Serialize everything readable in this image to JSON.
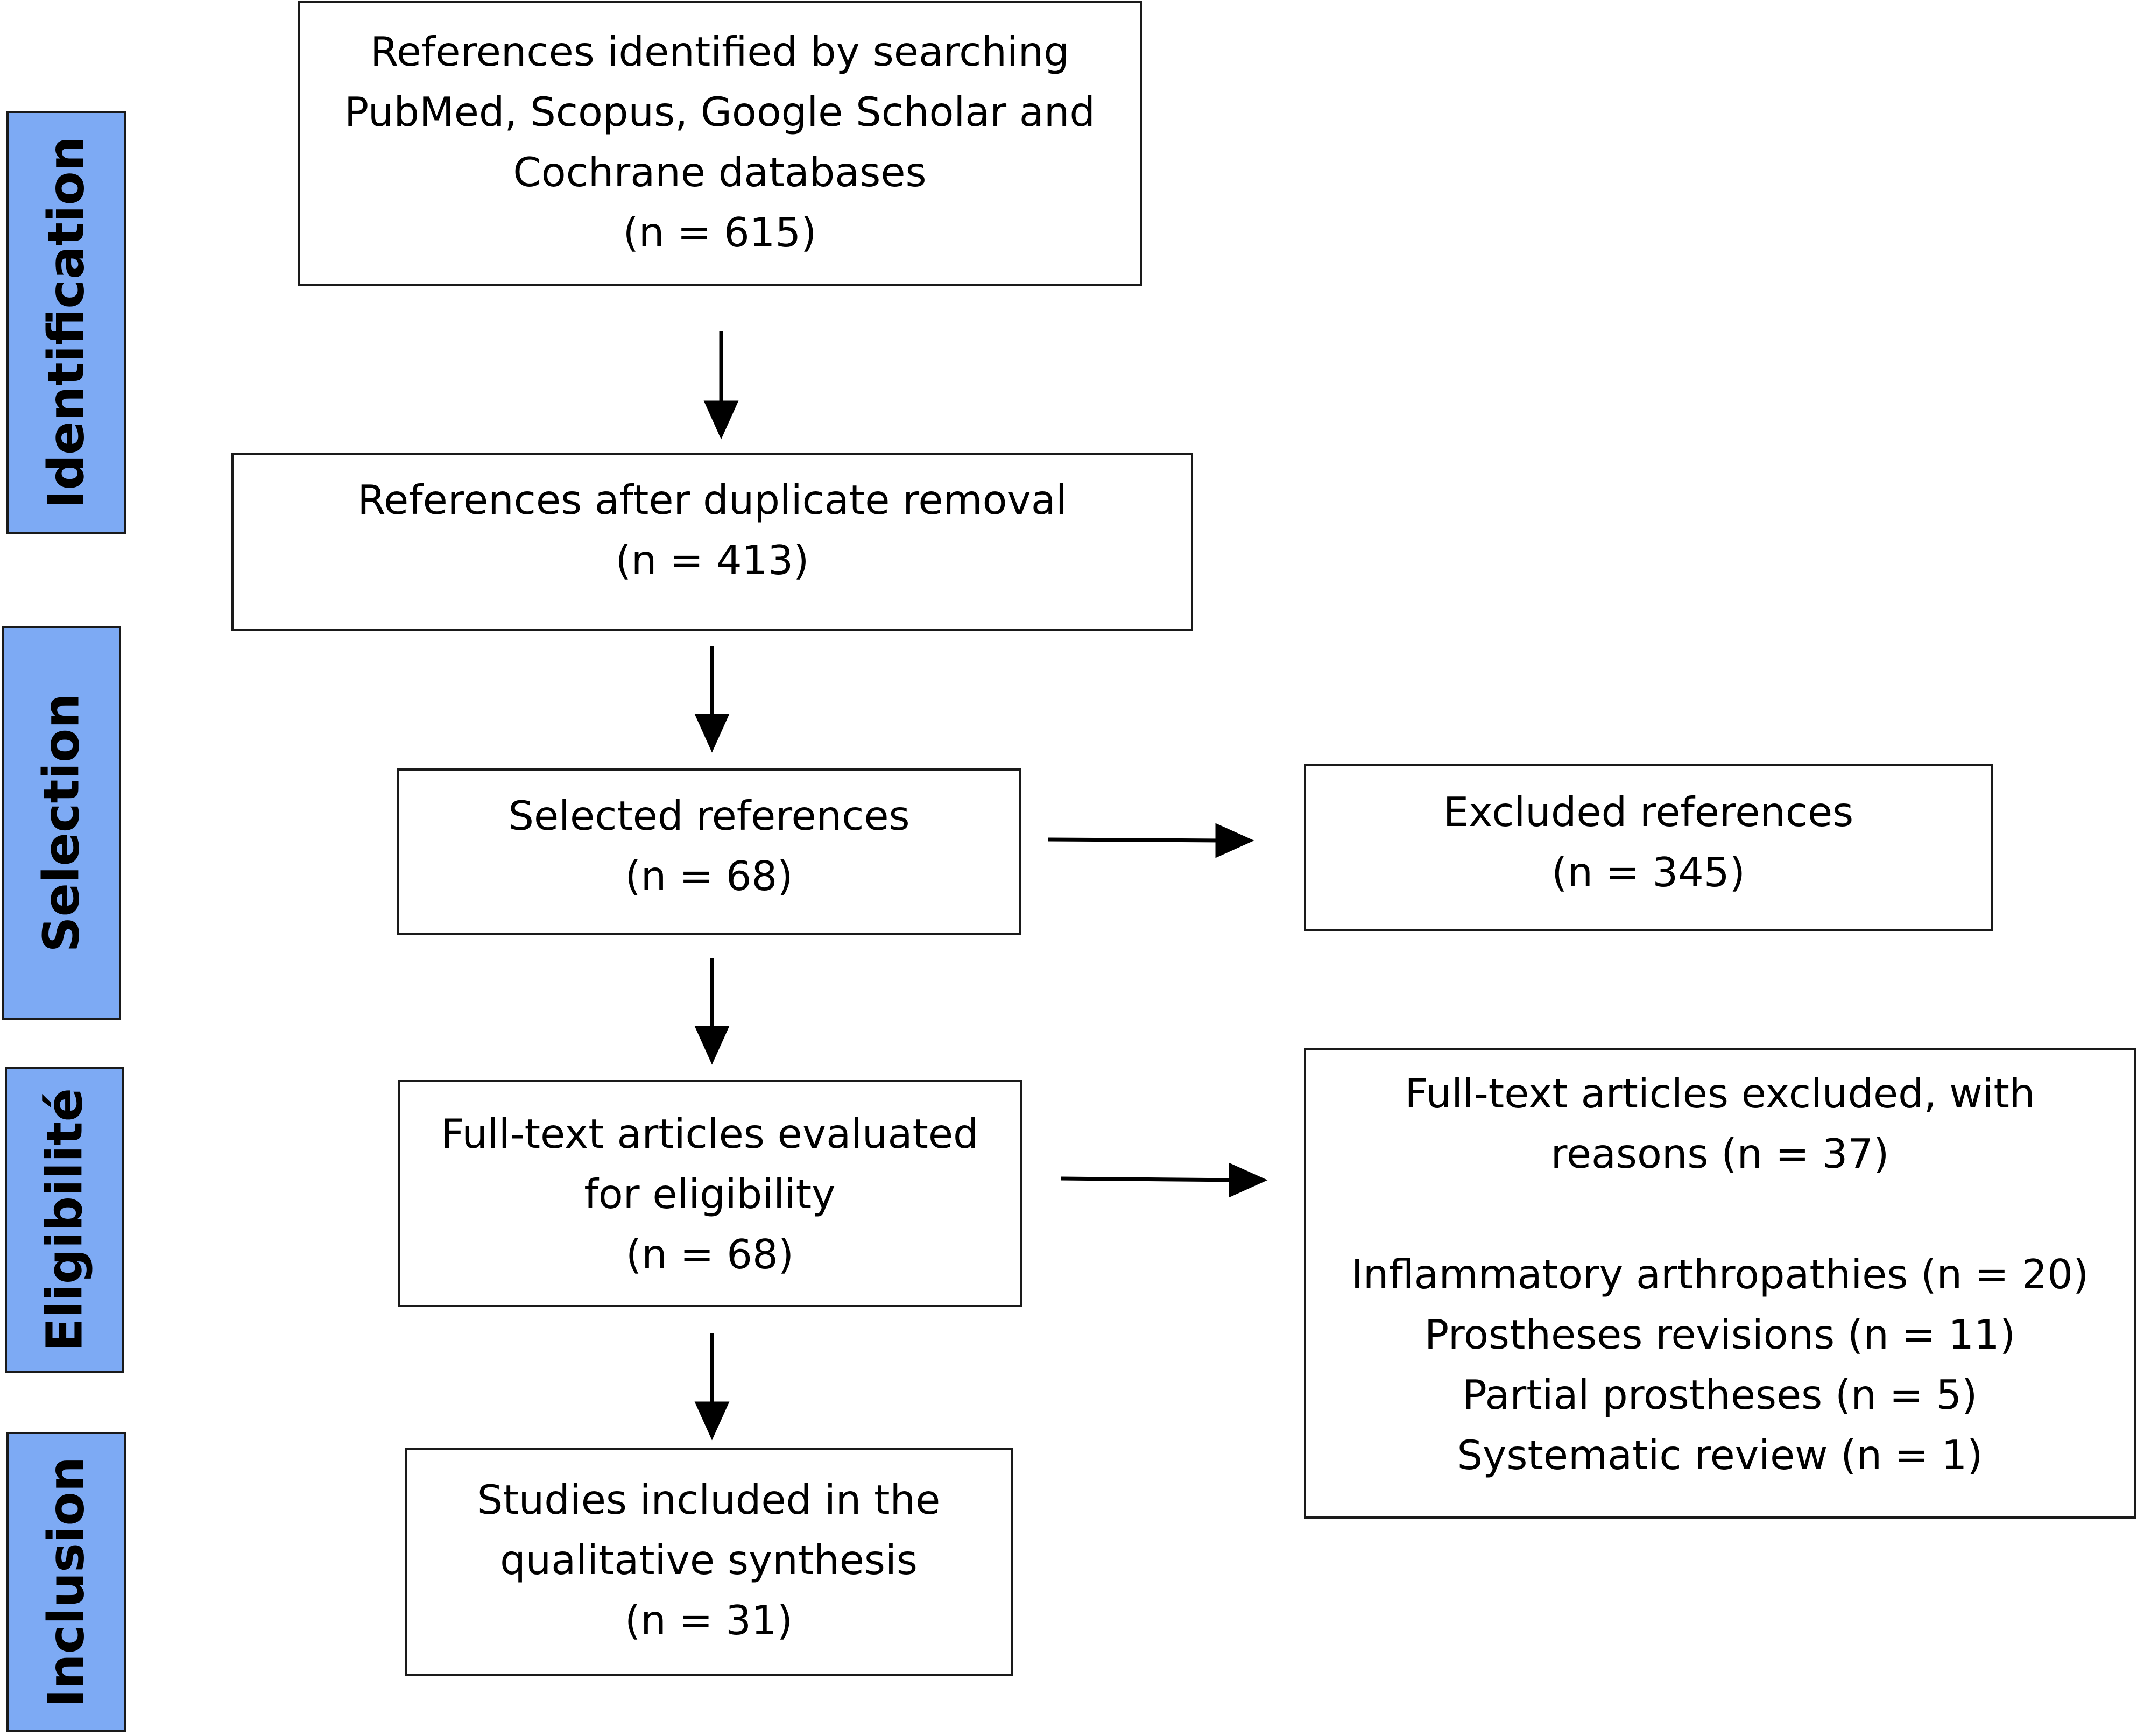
{
  "phases": {
    "identification": "Identification",
    "selection": "Selection",
    "eligibility": "Eligibilité",
    "inclusion": "Inclusion"
  },
  "boxes": {
    "identified": {
      "lines": [
        "References identified by searching",
        "PubMed, Scopus, Google Scholar and",
        "Cochrane databases",
        "(n = 615)"
      ]
    },
    "after_duplicates": {
      "lines": [
        "References after duplicate removal",
        "(n = 413)"
      ]
    },
    "selected": {
      "lines": [
        "Selected references",
        "(n = 68)"
      ]
    },
    "excluded": {
      "lines": [
        "Excluded references",
        "(n = 345)"
      ]
    },
    "full_text": {
      "lines": [
        "Full-text articles evaluated",
        "for eligibility",
        "(n = 68)"
      ]
    },
    "full_text_excluded": {
      "header_lines": [
        "Full-text articles excluded, with",
        "reasons (n = 37)"
      ],
      "reasons": [
        "Inflammatory arthropathies (n = 20)",
        "Prostheses revisions (n = 11)",
        "Partial prostheses (n = 5)",
        "Systematic review (n = 1)"
      ]
    },
    "included": {
      "lines": [
        "Studies included in the",
        "qualitative synthesis",
        "(n = 31)"
      ]
    }
  },
  "colors": {
    "phase_fill": "#7daaf4",
    "border": "#1a1a1a"
  }
}
